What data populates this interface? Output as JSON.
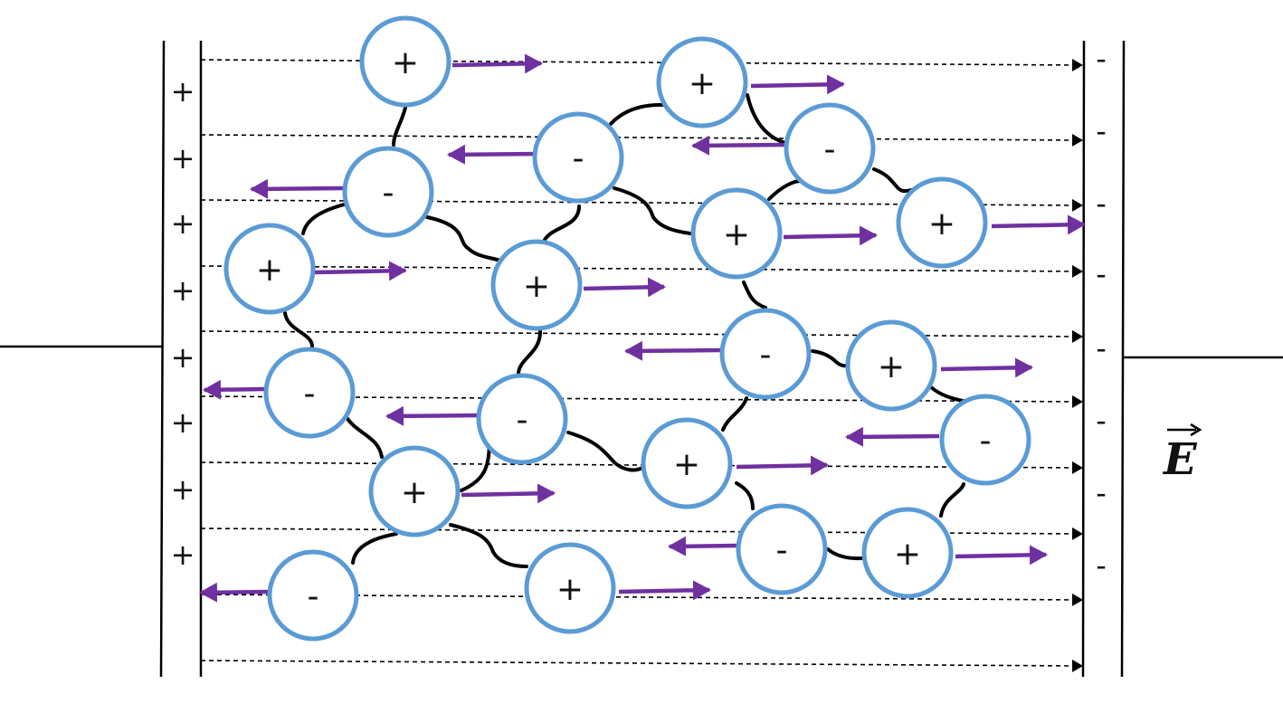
{
  "left_plate": {
    "charge_signs": [
      "+",
      "+",
      "+",
      "+",
      "+",
      "+",
      "+",
      "+"
    ]
  },
  "right_plate": {
    "charge_signs": [
      "-",
      "-",
      "-",
      "-",
      "-",
      "-",
      "-",
      "-"
    ]
  },
  "field_label": "E",
  "colors": {
    "ion_outline": "#5b9bd5",
    "force_arrow": "#7030a0",
    "bond": "#000000",
    "field_line": "#000000"
  },
  "ions": [
    {
      "id": 1,
      "charge": "+",
      "force": "right"
    },
    {
      "id": 2,
      "charge": "-",
      "force": "left"
    },
    {
      "id": 3,
      "charge": "+",
      "force": "right"
    },
    {
      "id": 4,
      "charge": "-",
      "force": "left"
    },
    {
      "id": 5,
      "charge": "+",
      "force": "right"
    },
    {
      "id": 6,
      "charge": "-",
      "force": "left"
    },
    {
      "id": 7,
      "charge": "-",
      "force": "left"
    },
    {
      "id": 8,
      "charge": "+",
      "force": "right"
    },
    {
      "id": 9,
      "charge": "-",
      "force": "left"
    },
    {
      "id": 10,
      "charge": "+",
      "force": "right"
    },
    {
      "id": 11,
      "charge": "+",
      "force": "right"
    },
    {
      "id": 12,
      "charge": "-",
      "force": "left"
    },
    {
      "id": 13,
      "charge": "+",
      "force": "right"
    },
    {
      "id": 14,
      "charge": "+",
      "force": "right"
    },
    {
      "id": 15,
      "charge": "-",
      "force": "left"
    },
    {
      "id": 16,
      "charge": "+",
      "force": "right"
    },
    {
      "id": 17,
      "charge": "-",
      "force": "left"
    },
    {
      "id": 18,
      "charge": "+",
      "force": "right"
    },
    {
      "id": 19,
      "charge": "-",
      "force": "left"
    },
    {
      "id": 20,
      "charge": "+",
      "force": "right"
    }
  ]
}
